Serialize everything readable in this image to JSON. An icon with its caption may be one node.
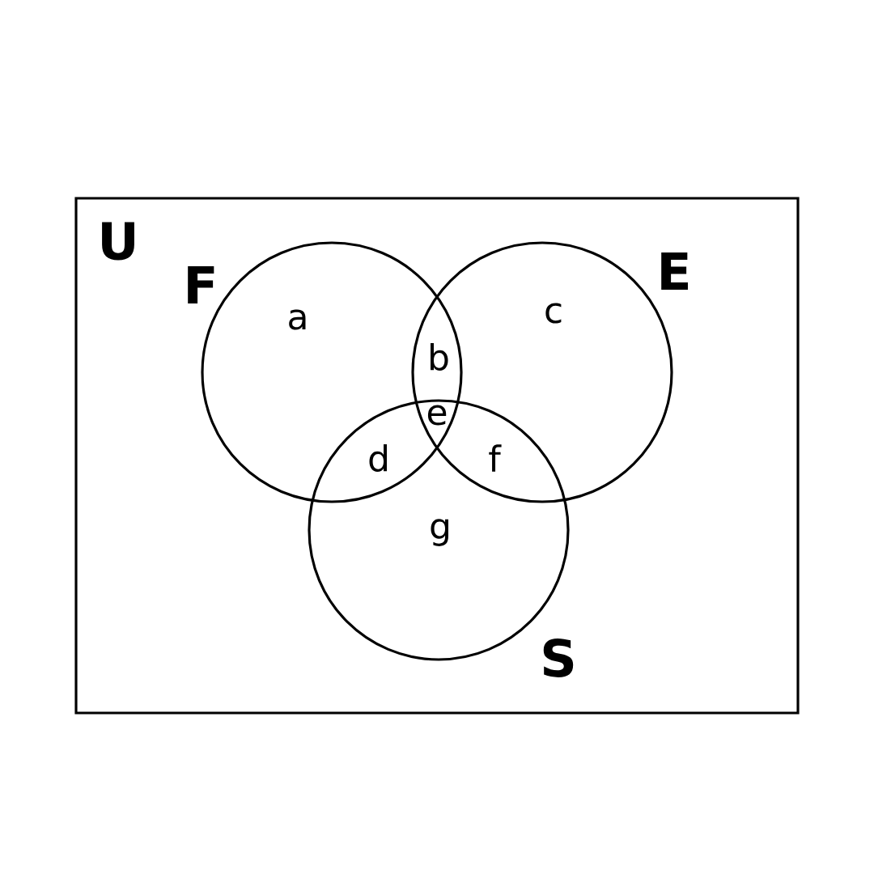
{
  "diagram": {
    "nodes": [
      {
        "text": [
          "U"
        ]
      },
      {
        "text": [
          "F"
        ],
        "in": 0
      },
      {
        "text": [
          "E"
        ],
        "in": 0
      },
      {
        "text": [
          "S"
        ],
        "in": 0
      }
    ],
    "labels": [
      "a",
      "c",
      "b",
      "e",
      "d",
      "f",
      "g"
    ]
  }
}
